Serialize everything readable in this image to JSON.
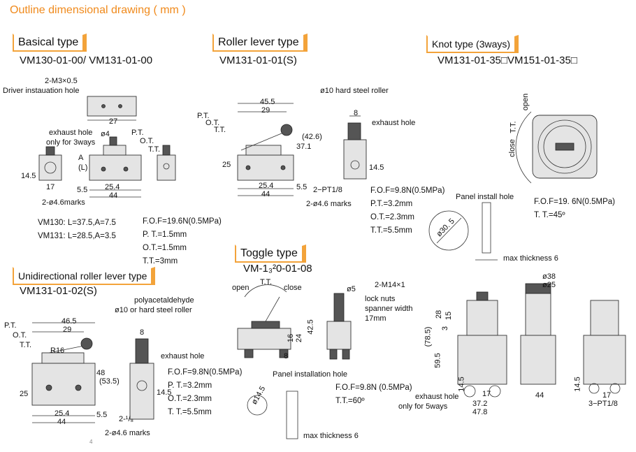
{
  "page_title": "Outline dimensional drawing ( mm )",
  "sections": {
    "basical": {
      "heading": "Basical type",
      "model": "VM130-01-00/ VM131-01-00",
      "labels": {
        "m3": "2-M3×0.5",
        "driver_hole": "Driver instauation hole",
        "exhaust": "exhaust hole",
        "only3": "only for 3ways",
        "marks": "2-ø4.6marks",
        "phi4": "ø4",
        "dims": [
          "27",
          "14.5",
          "17",
          "25.4",
          "44",
          "5.5",
          "(L)",
          "A",
          "P.T.",
          "O.T.",
          "T.T."
        ]
      },
      "notes": [
        "VM130:  L=37.5,A=7.5",
        "VM131:  L=28.5,A=3.5"
      ],
      "specs": [
        "F.O.F=19.6N(0.5MPa)",
        "P. T.=1.5mm",
        "O.T.=1.5mm",
        "T.T.=3mm"
      ]
    },
    "roller": {
      "heading": "Roller lever type",
      "model": "VM131-01-01(S)",
      "labels": {
        "roller": "ø10 hard steel roller",
        "exhaust": "exhaust hole",
        "pt": "2−PT1/8",
        "marks": "2-ø4.6 marks",
        "dims": [
          "45.5",
          "29",
          "37.1",
          "(42.6)",
          "25",
          "25.4",
          "44",
          "5.5",
          "8",
          "14.5",
          "P.T.",
          "O.T.",
          "T.T."
        ]
      },
      "specs": [
        "F.O.F=9.8N(0.5MPa)",
        "P.T.=3.2mm",
        "O.T.=2.3mm",
        "T.T.=5.5mm"
      ]
    },
    "knot": {
      "heading": "Knot type (3ways)",
      "model": "VM131-01-35□VM151-01-35□",
      "labels": {
        "open": "open",
        "tt": "T.T.",
        "close": "close",
        "panel": "Panel install hole",
        "dia": "ø30. 5",
        "max": "max thickness 6"
      },
      "specs": [
        "F.O.F=19. 6N(0.5MPa)",
        "T. T.=45º"
      ]
    },
    "unidirectional": {
      "heading": "Unidirectional roller lever type",
      "model": "VM131-01-02(S)",
      "labels": {
        "poly1": "polyacetaldehyde",
        "poly2": "ø10 or hard steel roller",
        "exhaust": "exhaust hole",
        "pt": "2-¹/₈",
        "marks": "2-ø4.6 marks",
        "dims": [
          "46.5",
          "29",
          "R16",
          "48",
          "(53.5)",
          "25",
          "25.4",
          "44",
          "5.5",
          "8",
          "14.5",
          "P.T.",
          "O.T.",
          "T.T."
        ]
      },
      "specs": [
        "F.O.F=9.8N(0.5MPa)",
        "P. T.=3.2mm",
        "O.T.=2.3mm",
        "T. T.=5.5mm"
      ]
    },
    "toggle": {
      "heading": "Toggle type",
      "model": "VM-1₃²0-01-08",
      "labels": {
        "open": "open",
        "tt": "T.T.",
        "close": "close",
        "phi5": "ø5",
        "m14": "2-M14×1",
        "lock1": "lock nuts",
        "lock2": "spanner width",
        "lock3": "17mm",
        "panel": "Panel installation hole",
        "dia": "ø14.5",
        "max": "max thickness 6",
        "dims": [
          "42.5",
          "24",
          "16",
          "8"
        ]
      },
      "specs": [
        "F.O.F=9.8N (0.5MPa)",
        "T.T.=60º"
      ]
    },
    "knot_detail": {
      "labels": {
        "d38": "ø38",
        "d25": "ø25",
        "exhaust": "exhaust hole",
        "only5": "only for 5ways",
        "pt": "3−PT1/8",
        "dims": [
          "(78.5)",
          "59.5",
          "28",
          "15",
          "3",
          "14.5",
          "17",
          "37.2",
          "47.8",
          "44",
          "14.5",
          "17"
        ]
      }
    }
  },
  "footer_mark": "4"
}
